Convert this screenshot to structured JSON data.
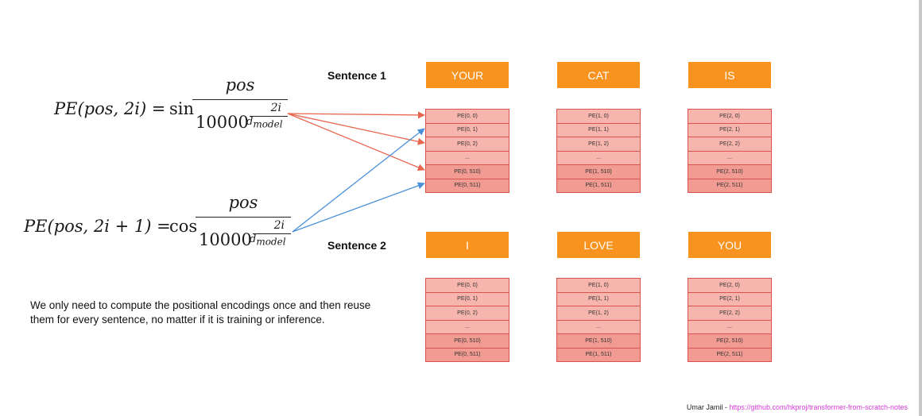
{
  "formula1": {
    "lhs": "PE(pos, 2i) =",
    "fn": "sin",
    "numerator": "pos",
    "exp_top": "2i",
    "base": "10000",
    "sub": "d",
    "sub2": "model"
  },
  "formula2": {
    "lhs": "PE(pos, 2i + 1) =",
    "fn": "cos",
    "numerator": "pos",
    "exp_top": "2i",
    "base": "10000",
    "sub": "d",
    "sub2": "model"
  },
  "sentence1": {
    "label": "Sentence 1",
    "tokens": [
      "YOUR",
      "CAT",
      "IS"
    ]
  },
  "sentence2": {
    "label": "Sentence 2",
    "tokens": [
      "I",
      "LOVE",
      "YOU"
    ]
  },
  "pe_columns": [
    [
      "PE(0, 0)",
      "PE(0, 1)",
      "PE(0, 2)",
      "...",
      "PE(0, 510)",
      "PE(0, 511)"
    ],
    [
      "PE(1, 0)",
      "PE(1, 1)",
      "PE(1, 2)",
      "...",
      "PE(1, 510)",
      "PE(1, 511)"
    ],
    [
      "PE(2, 0)",
      "PE(2, 1)",
      "PE(2, 2)",
      "...",
      "PE(2, 510)",
      "PE(2, 511)"
    ]
  ],
  "note": "We only need to compute the positional encodings once and then reuse them for every sentence, no matter if it is training or inference.",
  "footer": {
    "author": "Umar Jamil - ",
    "link": "https://github.com/hkproj/transformer-from-scratch-notes"
  },
  "colors": {
    "token": "#f7931e",
    "cell": "#f7b5ad",
    "cell_border": "#d9534f",
    "arrow_sin": "#e8654e",
    "arrow_cos": "#4a90d9",
    "link": "#d63ad6"
  }
}
